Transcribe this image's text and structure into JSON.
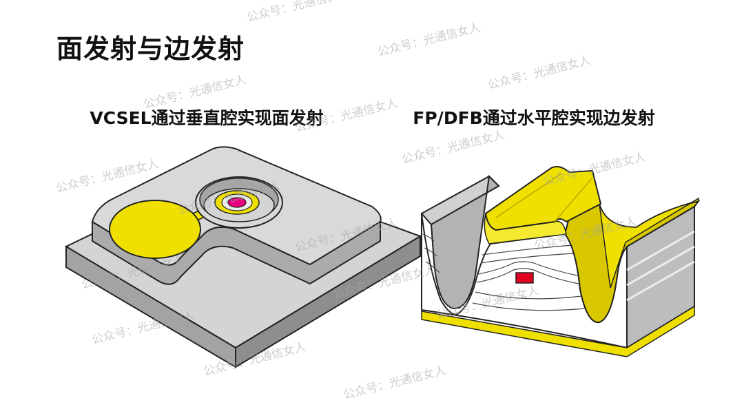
{
  "title": "面发射与边发射",
  "left": {
    "caption": "VCSEL通过垂直腔实现面发射"
  },
  "right": {
    "caption": "FP/DFB通过水平腔实现边发射"
  },
  "watermark": "公众号：光通信女人",
  "colors": {
    "gold": "#f0e000",
    "gold_dark": "#b8a900",
    "chip_top": "#d9d9d9",
    "chip_side": "#a6a6a6",
    "aperture": "#e6007e",
    "active_region": "#e00020"
  }
}
